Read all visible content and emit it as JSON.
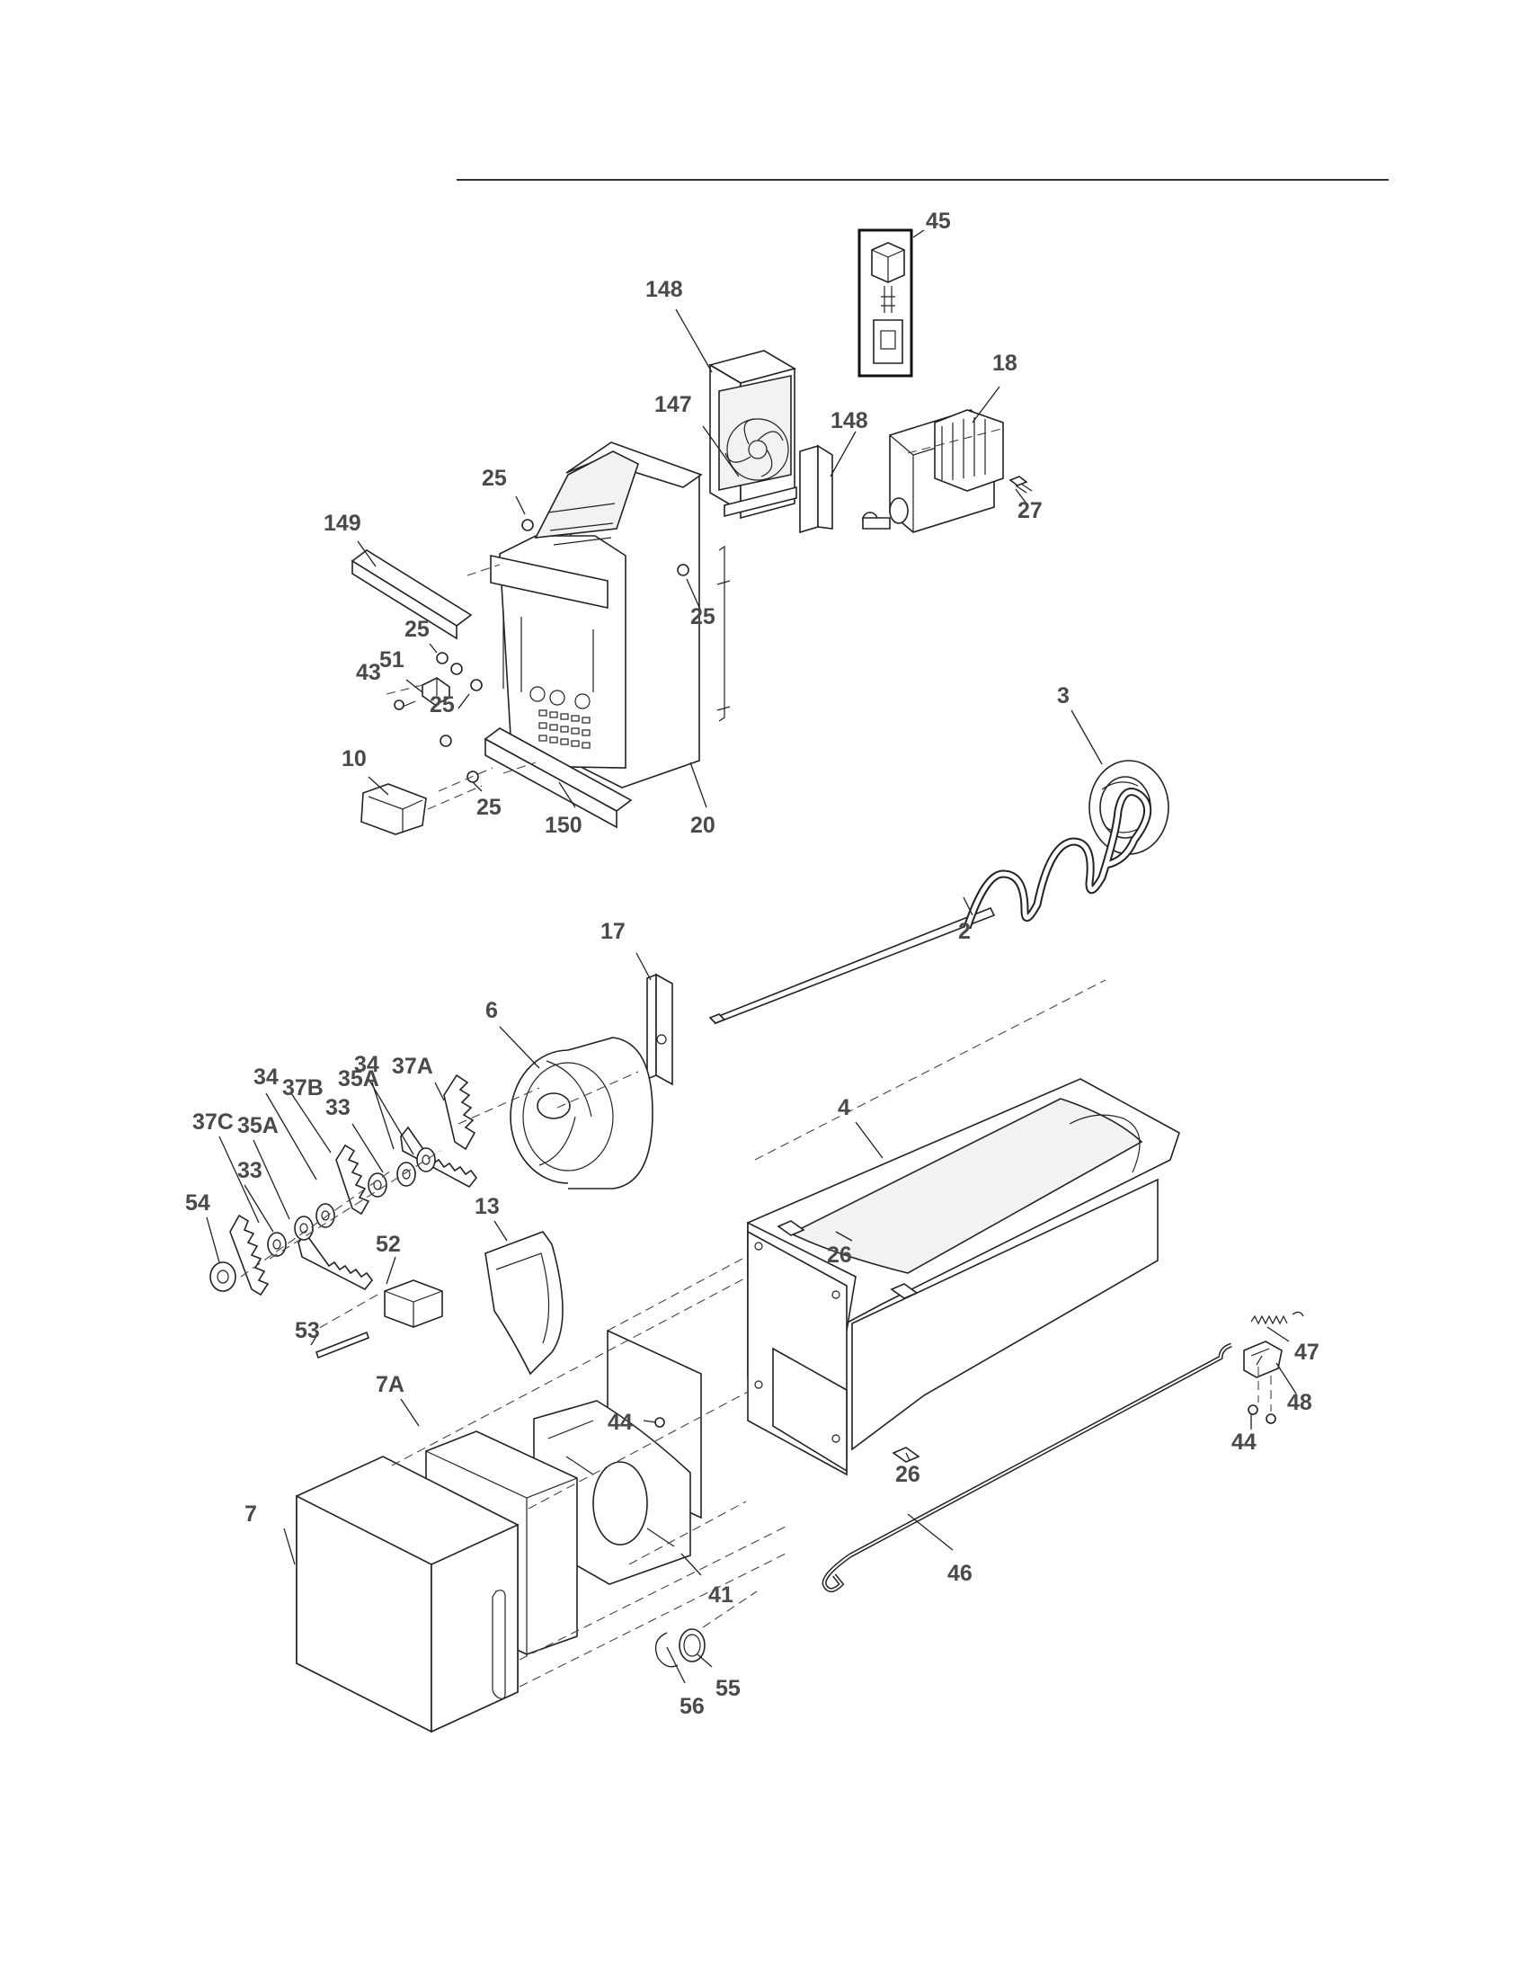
{
  "diagram": {
    "callouts": [
      {
        "id": "c-45",
        "text": "45"
      },
      {
        "id": "c-148a",
        "text": "148"
      },
      {
        "id": "c-18",
        "text": "18"
      },
      {
        "id": "c-147",
        "text": "147"
      },
      {
        "id": "c-148b",
        "text": "148"
      },
      {
        "id": "c-25a",
        "text": "25"
      },
      {
        "id": "c-27",
        "text": "27"
      },
      {
        "id": "c-149",
        "text": "149"
      },
      {
        "id": "c-25b",
        "text": "25"
      },
      {
        "id": "c-25c",
        "text": "25"
      },
      {
        "id": "c-51",
        "text": "51"
      },
      {
        "id": "c-43",
        "text": "43"
      },
      {
        "id": "c-25d",
        "text": "25"
      },
      {
        "id": "c-3",
        "text": "3"
      },
      {
        "id": "c-10",
        "text": "10"
      },
      {
        "id": "c-25e",
        "text": "25"
      },
      {
        "id": "c-150",
        "text": "150"
      },
      {
        "id": "c-20",
        "text": "20"
      },
      {
        "id": "c-2",
        "text": "2"
      },
      {
        "id": "c-17",
        "text": "17"
      },
      {
        "id": "c-6",
        "text": "6"
      },
      {
        "id": "c-34a",
        "text": "34"
      },
      {
        "id": "c-34b",
        "text": "34"
      },
      {
        "id": "c-37B",
        "text": "37B"
      },
      {
        "id": "c-35Aa",
        "text": "35A"
      },
      {
        "id": "c-37A",
        "text": "37A"
      },
      {
        "id": "c-37C",
        "text": "37C"
      },
      {
        "id": "c-35Ab",
        "text": "35A"
      },
      {
        "id": "c-33a",
        "text": "33"
      },
      {
        "id": "c-33b",
        "text": "33"
      },
      {
        "id": "c-4",
        "text": "4"
      },
      {
        "id": "c-54",
        "text": "54"
      },
      {
        "id": "c-13",
        "text": "13"
      },
      {
        "id": "c-26a",
        "text": "26"
      },
      {
        "id": "c-52",
        "text": "52"
      },
      {
        "id": "c-53",
        "text": "53"
      },
      {
        "id": "c-7A",
        "text": "7A"
      },
      {
        "id": "c-44a",
        "text": "44"
      },
      {
        "id": "c-47",
        "text": "47"
      },
      {
        "id": "c-48",
        "text": "48"
      },
      {
        "id": "c-44b",
        "text": "44"
      },
      {
        "id": "c-26b",
        "text": "26"
      },
      {
        "id": "c-7",
        "text": "7"
      },
      {
        "id": "c-41",
        "text": "41"
      },
      {
        "id": "c-46",
        "text": "46"
      },
      {
        "id": "c-55",
        "text": "55"
      },
      {
        "id": "c-56",
        "text": "56"
      }
    ]
  }
}
